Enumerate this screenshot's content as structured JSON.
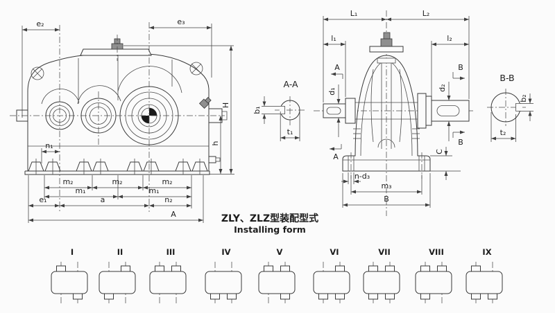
{
  "title": {
    "cn": "ZLY、ZLZ型装配型式",
    "en": "Installing form"
  },
  "front_view": {
    "dims": {
      "e2": "e₂",
      "e3": "e₃",
      "H": "H",
      "h": "h",
      "n1": "n₁",
      "m2": [
        "m₂",
        "m₂",
        "m₂"
      ],
      "m1": [
        "m₁",
        "m₁"
      ],
      "e1": "e₁",
      "a": "a",
      "n2": "n₂",
      "A": "A"
    }
  },
  "section_aa": {
    "title": "A-A",
    "b1": "b₁",
    "t1": "t₁"
  },
  "side_view": {
    "dims": {
      "L1": "L₁",
      "L2": "L₂",
      "l1": "l₁",
      "l2": "l₂",
      "d1": "d₁",
      "d2": "d₂",
      "C": "C",
      "n_d3": "n-d₃",
      "m3": "m₃",
      "B": "B"
    },
    "arrows": {
      "A_top": "A",
      "A_bottom": "A",
      "B_top": "B",
      "B_bottom": "B"
    }
  },
  "section_bb": {
    "title": "B-B",
    "b2": "b₂",
    "t2": "t₂"
  },
  "installing_forms": [
    {
      "label": "I",
      "stubs": [
        "tl",
        "br"
      ]
    },
    {
      "label": "II",
      "stubs": [
        "tr",
        "bl"
      ]
    },
    {
      "label": "III",
      "stubs": [
        "tl",
        "tr"
      ]
    },
    {
      "label": "IV",
      "stubs": [
        "bl",
        "br"
      ]
    },
    {
      "label": "V",
      "stubs": [
        "tl",
        "tr",
        "br"
      ]
    },
    {
      "label": "VI",
      "stubs": [
        "tr",
        "bl",
        "br"
      ]
    },
    {
      "label": "VII",
      "stubs": [
        "tl",
        "tr",
        "bl",
        "br"
      ]
    },
    {
      "label": "VIII",
      "stubs": [
        "tl",
        "tr",
        "bl"
      ]
    },
    {
      "label": "IX",
      "stubs": [
        "tl",
        "bl",
        "br"
      ]
    }
  ]
}
